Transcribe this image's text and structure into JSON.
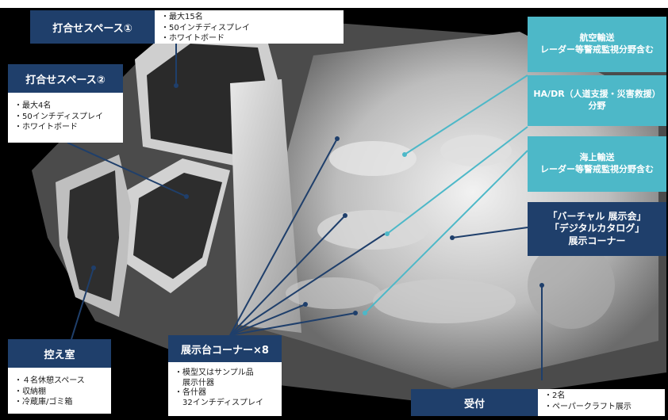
{
  "meeting_space_1": {
    "title": "打合せスペース①",
    "details": [
      "・最大15名",
      "・50インチディスプレイ",
      "・ホワイトボード"
    ]
  },
  "meeting_space_2": {
    "title": "打合せスペース②",
    "details": [
      "・最大4名",
      "・50インチディスプレイ",
      "・ホワイトボード"
    ]
  },
  "waiting_room": {
    "title": "控え室",
    "details": [
      "・４名休憩スペース",
      "・収納棚",
      "・冷蔵庫/ゴミ箱"
    ]
  },
  "display_corner": {
    "title": "展示台コーナー×8",
    "details": [
      "・模型又はサンプル品",
      "　展示什器",
      "・各什器",
      "　32インチディスプレイ"
    ]
  },
  "reception": {
    "title": "受付",
    "details": [
      "・2名",
      "・ペーパークラフト展示"
    ]
  },
  "air_transport": {
    "lines": [
      "航空輸送",
      "レーダー等警戒監視分野含む"
    ]
  },
  "hadr": {
    "lines": [
      "HA/DR（人道支援・災害救援）",
      "分野"
    ]
  },
  "sea_transport": {
    "lines": [
      "海上輸送",
      "レーダー等警戒監視分野含む"
    ]
  },
  "virtual_exhibit": {
    "lines": [
      "「バーチャル 展示会」",
      "「デジタルカタログ」",
      "展示コーナー"
    ]
  },
  "colors": {
    "navy": "#1f3f6b",
    "teal": "#4db8c8",
    "background": "#000000"
  }
}
